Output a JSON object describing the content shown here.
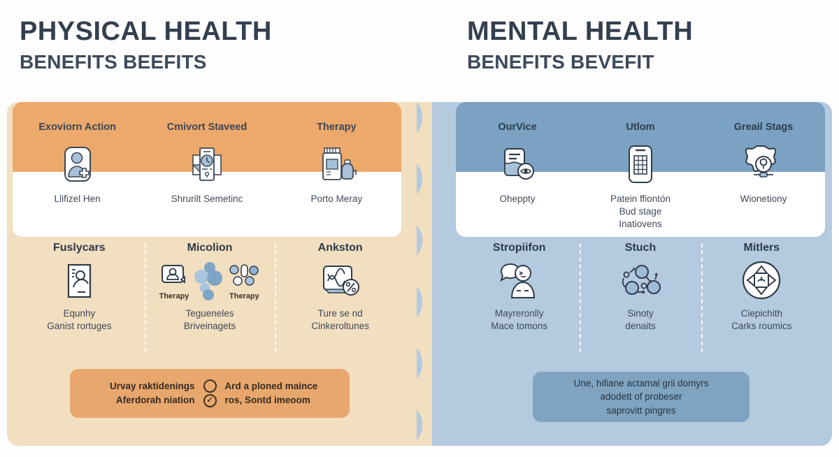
{
  "titles": {
    "left": {
      "main": "PHYSICAL HEALTH",
      "sub": "BENEFITS BEEFITS"
    },
    "right": {
      "main": "MENTAL HEALTH",
      "sub": "BENEFITS BEVEFIT"
    }
  },
  "colors": {
    "title": "#333f4f",
    "physical_header": "#eda96b",
    "physical_body": "#f2dfc0",
    "physical_callout": "#e8a76c",
    "mental_header": "#7ba2c2",
    "mental_body": "#b4cade",
    "mental_callout": "#7fa4c1",
    "card": "#ffffff"
  },
  "physical": {
    "top_cells": [
      {
        "title": "Exoviorn Action",
        "sub": "Llifizel Hen",
        "icon": "person-with-medical-cross-icon"
      },
      {
        "title": "Cmivort Staveed",
        "sub": "Shrurilt Semetinc",
        "icon": "document-clock-report-icon"
      },
      {
        "title": "Therapy",
        "sub": "Porto Meray",
        "icon": "medicine-bottle-icon"
      }
    ],
    "mid_cells": [
      {
        "title": "Fuslycars",
        "sub": "Equnhy\nGanist rortuges",
        "icons": [
          {
            "name": "clipboard-person-icon",
            "label": ""
          }
        ]
      },
      {
        "title": "Micolion",
        "sub": "Tegueneles\nBriveinagets",
        "icons": [
          {
            "name": "video-call-person-icon",
            "label": "Therapy"
          },
          {
            "name": "molecule-cluster-icon",
            "label": ""
          },
          {
            "name": "pill-cluster-icon",
            "label": "Therapy"
          }
        ]
      },
      {
        "title": "Ankston",
        "sub": "Ture se nd\nCinkeroltunes",
        "icons": [
          {
            "name": "chart-percent-icon",
            "label": ""
          }
        ]
      }
    ],
    "callout": {
      "rows": [
        {
          "left": "Urvay raktidenings",
          "glyph": "circle-empty-icon",
          "right": "Ard a ploned maince"
        },
        {
          "left": "Aferdorah niation",
          "glyph": "circle-check-icon",
          "right": "ros, Sontd imeoom"
        }
      ]
    }
  },
  "mental": {
    "top_cells": [
      {
        "title": "OurVice",
        "sub": "Oheppty",
        "icon": "cup-water-eye-icon"
      },
      {
        "title": "Utlom",
        "sub": "Patein ffiontón\nBud stage\nInatiovens",
        "icon": "calculator-grid-icon"
      },
      {
        "title": "Greail Stags",
        "sub": "Wionetiony",
        "icon": "lightbulb-gear-icon"
      }
    ],
    "mid_cells": [
      {
        "title": "Stropiifon",
        "sub": "Mayreronlly\nMace tomons",
        "icons": [
          {
            "name": "person-speech-bubble-icon",
            "label": ""
          }
        ]
      },
      {
        "title": "Stuch",
        "sub": "Sinoty\ndenaits",
        "icons": [
          {
            "name": "network-nodes-arrows-icon",
            "label": ""
          }
        ]
      },
      {
        "title": "Mitlers",
        "sub": "Ciepichith\nCarks roumics",
        "icons": [
          {
            "name": "four-direction-arrows-circle-icon",
            "label": ""
          }
        ]
      }
    ],
    "callout": {
      "text": "Une, hifiane actamal grii domyrs\nadodett of probeser\nsaprovitt pingres"
    }
  }
}
